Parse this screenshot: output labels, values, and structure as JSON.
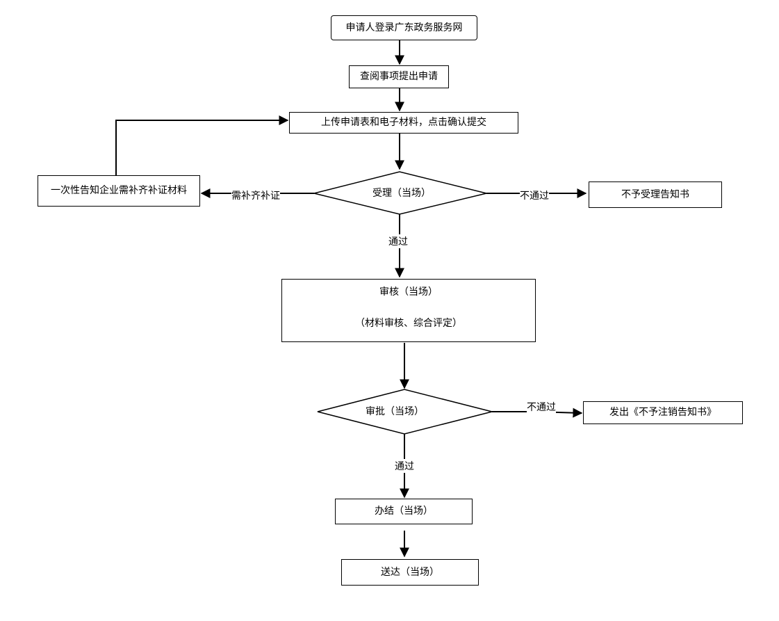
{
  "steps": {
    "login": "申请人登录广东政务服务网",
    "query": "查阅事项提出申请",
    "upload": "上传申请表和电子材料，点击确认提交",
    "accept": "受理（当场）",
    "notify_supplement": "一次性告知企业需补齐补证材料",
    "reject_notice": "不予受理告知书",
    "review_title": "审核（当场）",
    "review_sub": "（材料审核、综合评定）",
    "approve": "审批（当场）",
    "cancel_notice": "发出《不予注销告知书》",
    "complete": "办结（当场）",
    "deliver": "送达（当场）"
  },
  "labels": {
    "need_supplement": "需补齐补证",
    "fail_accept": "不通过",
    "pass_accept": "通过",
    "fail_approve": "不通过",
    "pass_approve": "通过"
  }
}
